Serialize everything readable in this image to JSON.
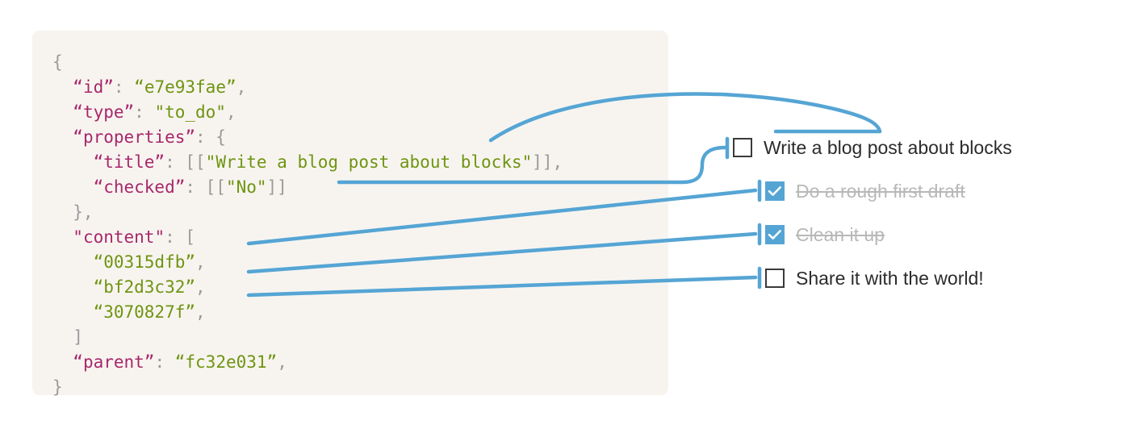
{
  "panel": {
    "background_color": "#f7f4f0",
    "code_lines": [
      [
        {
          "t": "{",
          "c": "p"
        }
      ],
      [
        {
          "t": "  ",
          "c": "p"
        },
        {
          "t": "“id”",
          "c": "k"
        },
        {
          "t": ": ",
          "c": "p"
        },
        {
          "t": "“e7e93fae”",
          "c": "s"
        },
        {
          "t": ",",
          "c": "p"
        }
      ],
      [
        {
          "t": "  ",
          "c": "p"
        },
        {
          "t": "“type”",
          "c": "k"
        },
        {
          "t": ": ",
          "c": "p"
        },
        {
          "t": "\"to_do\"",
          "c": "s"
        },
        {
          "t": ",",
          "c": "p"
        }
      ],
      [
        {
          "t": "  ",
          "c": "p"
        },
        {
          "t": "“properties”",
          "c": "k"
        },
        {
          "t": ": {",
          "c": "p"
        }
      ],
      [
        {
          "t": "    ",
          "c": "p"
        },
        {
          "t": "“title”",
          "c": "k"
        },
        {
          "t": ": [[",
          "c": "p"
        },
        {
          "t": "\"Write a blog post about blocks\"",
          "c": "s"
        },
        {
          "t": "]],",
          "c": "p"
        }
      ],
      [
        {
          "t": "    ",
          "c": "p"
        },
        {
          "t": "“checked”",
          "c": "k"
        },
        {
          "t": ": [[",
          "c": "p"
        },
        {
          "t": "\"No\"",
          "c": "s"
        },
        {
          "t": "]]",
          "c": "p"
        }
      ],
      [
        {
          "t": "  },",
          "c": "p"
        }
      ],
      [
        {
          "t": "  ",
          "c": "p"
        },
        {
          "t": "\"content\"",
          "c": "k"
        },
        {
          "t": ": [",
          "c": "p"
        }
      ],
      [
        {
          "t": "    ",
          "c": "p"
        },
        {
          "t": "“00315dfb”",
          "c": "s"
        },
        {
          "t": ",",
          "c": "p"
        }
      ],
      [
        {
          "t": "    ",
          "c": "p"
        },
        {
          "t": "“bf2d3c32”",
          "c": "s"
        },
        {
          "t": ",",
          "c": "p"
        }
      ],
      [
        {
          "t": "    ",
          "c": "p"
        },
        {
          "t": "“3070827f”",
          "c": "s"
        },
        {
          "t": ",",
          "c": "p"
        }
      ],
      [
        {
          "t": "  ]",
          "c": "p"
        }
      ],
      [
        {
          "t": "  ",
          "c": "p"
        },
        {
          "t": "“parent”",
          "c": "k"
        },
        {
          "t": ": ",
          "c": "p"
        },
        {
          "t": "“fc32e031”",
          "c": "s"
        },
        {
          "t": ",",
          "c": "p"
        }
      ],
      [
        {
          "t": "}",
          "c": "p"
        }
      ]
    ],
    "raw_json": {
      "id": "e7e93fae",
      "type": "to_do",
      "properties": {
        "title": [
          [
            "Write a blog post about blocks"
          ]
        ],
        "checked": [
          [
            "No"
          ]
        ]
      },
      "content": [
        "00315dfb",
        "bf2d3c32",
        "3070827f"
      ],
      "parent": "fc32e031"
    }
  },
  "todo_list": {
    "items": [
      {
        "label": "Write a blog post about blocks",
        "checked": false,
        "block_id": "e7e93fae"
      },
      {
        "label": "Do a rough first draft",
        "checked": true,
        "block_id": "00315dfb"
      },
      {
        "label": "Clean it up",
        "checked": true,
        "block_id": "bf2d3c32"
      },
      {
        "label": "Share it with the world!",
        "checked": false,
        "block_id": "3070827f"
      }
    ]
  },
  "colors": {
    "connector_blue": "#55a5d4",
    "checkbox_fill": "#55a5d4",
    "panel_bg": "#f7f4f0",
    "key_magenta": "#a8276a",
    "string_green": "#6f9410",
    "punctuation_gray": "#9a9a9a",
    "done_text_gray": "#b8b8b8",
    "text_dark": "#2b2b2b"
  }
}
